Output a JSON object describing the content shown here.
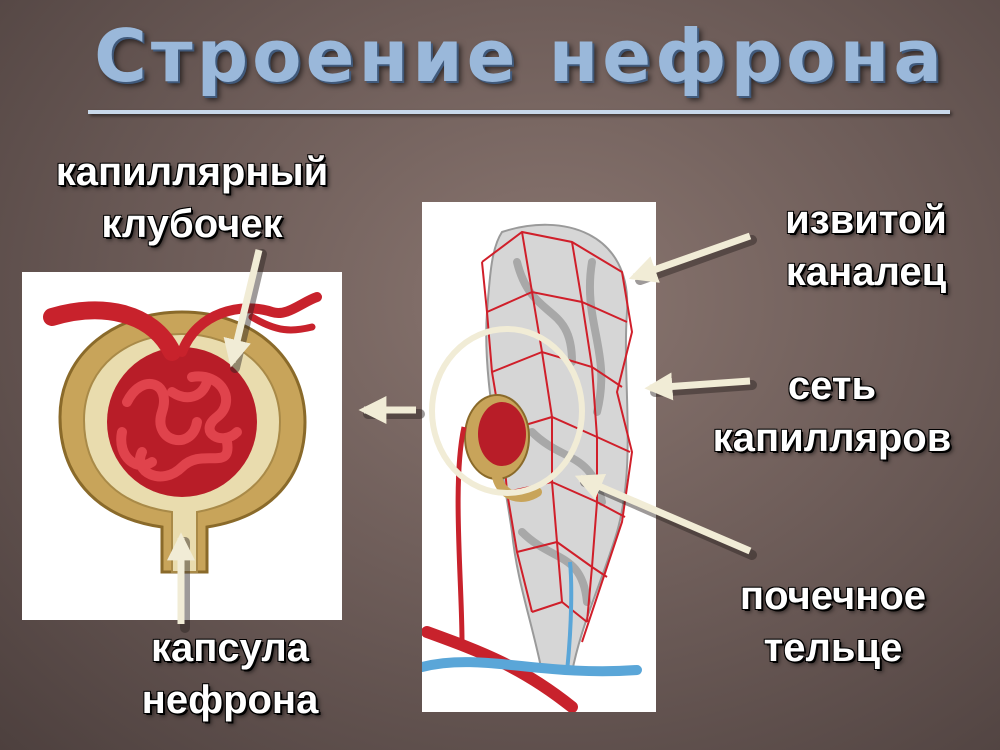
{
  "slide": {
    "title": "Строение нефрона",
    "labels": {
      "glomerulus": [
        "капиллярный",
        "клубочек"
      ],
      "capsule": [
        "капсула",
        "нефрона"
      ],
      "tubule": [
        "извитой",
        "каналец"
      ],
      "network": [
        "сеть",
        "капилляров"
      ],
      "corpuscle": [
        "почечное",
        "тельце"
      ]
    }
  },
  "colors": {
    "background": "#6f5e5a",
    "title": "#9ab8da",
    "label_text": "#ffffff",
    "arrow": "#f1ecd6",
    "vessel": "#c8222c",
    "capsule": "#c8a45a",
    "tubule": "#c9c9c9",
    "vein": "#5aa6d8"
  }
}
